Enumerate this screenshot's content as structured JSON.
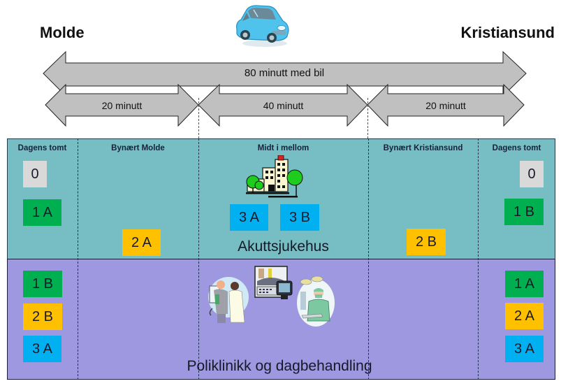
{
  "title": {
    "left_city": "Molde",
    "right_city": "Kristiansund",
    "vehicle_icon": "car-icon"
  },
  "arrows": {
    "total": {
      "label": "80 minutt med bil",
      "minutes": 80
    },
    "segments": [
      {
        "label": "20 minutt",
        "minutes": 20
      },
      {
        "label": "40 minutt",
        "minutes": 40
      },
      {
        "label": "20 minutt",
        "minutes": 20
      }
    ]
  },
  "colors": {
    "arrow_fill": "#C0C0C0",
    "acute_zone": "#77BEC4",
    "outpatient_zone": "#9D98DF",
    "option_0": "#D9D9D9",
    "option_1": "#00B050",
    "option_2": "#FFC000",
    "option_3": "#00B0F0"
  },
  "columns": [
    {
      "header": "Dagens tomt"
    },
    {
      "header": "Bynært Molde"
    },
    {
      "header": "Midt i mellom"
    },
    {
      "header": "Bynært Kristiansund"
    },
    {
      "header": "Dagens tomt"
    }
  ],
  "zones": {
    "acute": {
      "label": "Akuttsjukehus",
      "icon": "hospital-building-icon",
      "badges": {
        "col1": [
          {
            "text": "0",
            "color_key": "option_0"
          },
          {
            "text": "1 A",
            "color_key": "option_1"
          }
        ],
        "col2": [
          {
            "text": "2 A",
            "color_key": "option_2"
          }
        ],
        "col3": [
          {
            "text": "3 A",
            "color_key": "option_3"
          },
          {
            "text": "3 B",
            "color_key": "option_3"
          }
        ],
        "col4": [
          {
            "text": "2 B",
            "color_key": "option_2"
          }
        ],
        "col5": [
          {
            "text": "0",
            "color_key": "option_0"
          },
          {
            "text": "1 B",
            "color_key": "option_1"
          }
        ]
      }
    },
    "outpatient": {
      "label": "Poliklinikk og dagbehandling",
      "icons": [
        "doctor-patient-icon",
        "medical-equipment-icon",
        "surgeon-icon"
      ],
      "badges": {
        "col1": [
          {
            "text": "1 B",
            "color_key": "option_1"
          },
          {
            "text": "2 B",
            "color_key": "option_2"
          },
          {
            "text": "3 A",
            "color_key": "option_3"
          }
        ],
        "col5": [
          {
            "text": "1 A",
            "color_key": "option_1"
          },
          {
            "text": "2 A",
            "color_key": "option_2"
          },
          {
            "text": "3 A",
            "color_key": "option_3"
          }
        ]
      }
    }
  }
}
